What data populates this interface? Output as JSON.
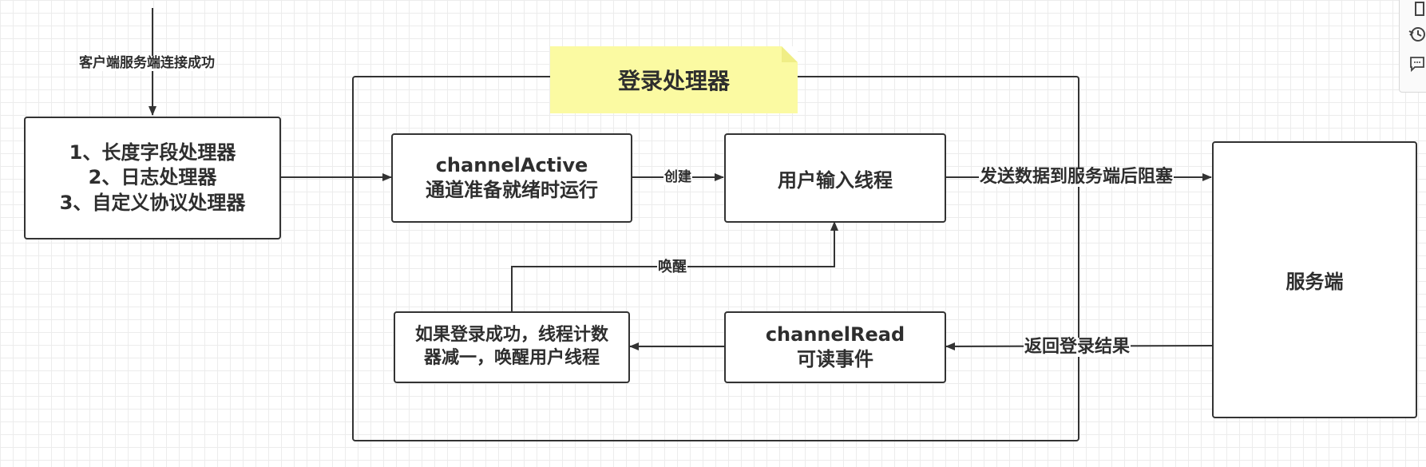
{
  "title_note": "登录处理器",
  "edges": {
    "connect_success": "客户端服务端连接成功",
    "create": "创建",
    "send_block": "发送数据到服务端后阻塞",
    "wakeup": "唤醒",
    "return_result": "返回登录结果"
  },
  "nodes": {
    "handlers": {
      "line1": "1、长度字段处理器",
      "line2": "2、日志处理器",
      "line3": "3、自定义协议处理器"
    },
    "channel_active": {
      "line1": "channelActive",
      "line2": "通道准备就绪时运行"
    },
    "user_input_thread": {
      "line1": "用户输入线程"
    },
    "login_success": {
      "line1": "如果登录成功，线程计数",
      "line2": "器减一，唤醒用户线程"
    },
    "channel_read": {
      "line1": "channelRead",
      "line2": "可读事件"
    },
    "server": {
      "line1": "服务端"
    }
  },
  "colors": {
    "note_fill": "#fbfaa2",
    "stroke": "#333333",
    "grid": "#ececec"
  },
  "toolbar_icons": [
    "page-icon",
    "history-icon",
    "comment-icon"
  ]
}
